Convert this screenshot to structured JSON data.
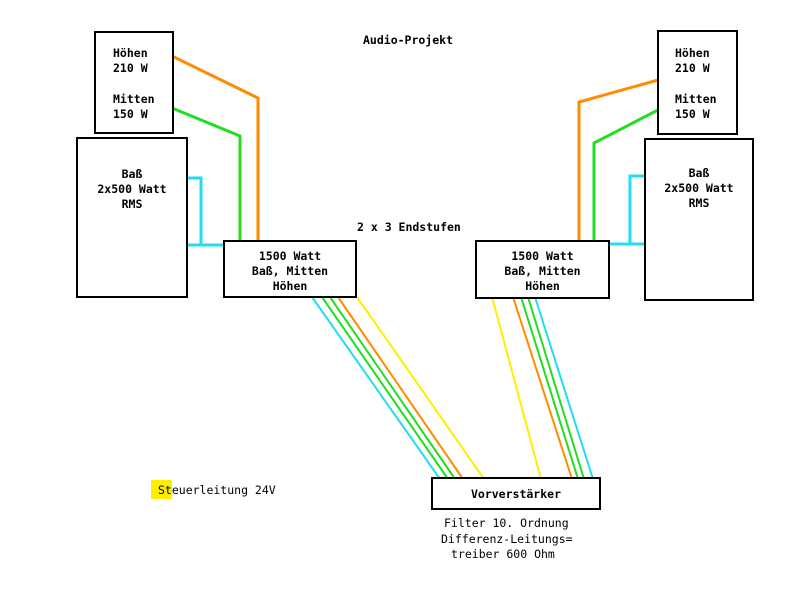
{
  "title": "Audio-Projekt",
  "endstufen_label": "2 x 3 Endstufen",
  "left": {
    "top_speaker": {
      "line1": "Höhen",
      "line2": "210 W",
      "line3": "Mitten",
      "line4": "150 W"
    },
    "bass_speaker": {
      "line1": "Baß",
      "line2": "2x500 Watt",
      "line3": "RMS"
    },
    "amp": {
      "line1": "1500 Watt",
      "line2": "Baß, Mitten",
      "line3": "Höhen"
    }
  },
  "right": {
    "top_speaker": {
      "line1": "Höhen",
      "line2": "210 W",
      "line3": "Mitten",
      "line4": "150 W"
    },
    "bass_speaker": {
      "line1": "Baß",
      "line2": "2x500 Watt",
      "line3": "RMS"
    },
    "amp": {
      "line1": "1500 Watt",
      "line2": "Baß, Mitten",
      "line3": "Höhen"
    }
  },
  "preamp": {
    "label": "Vorverstärker",
    "notes": [
      "Filter 10. Ordnung",
      "Differenz-Leitungs=",
      "treiber 600 Ohm"
    ]
  },
  "legend": {
    "label": "Steuerleitung 24V"
  },
  "colors": {
    "hoehen": "#ff8c00",
    "mitten": "#22dd22",
    "bass": "#22ddee",
    "steuerleitung": "#ffee00"
  }
}
